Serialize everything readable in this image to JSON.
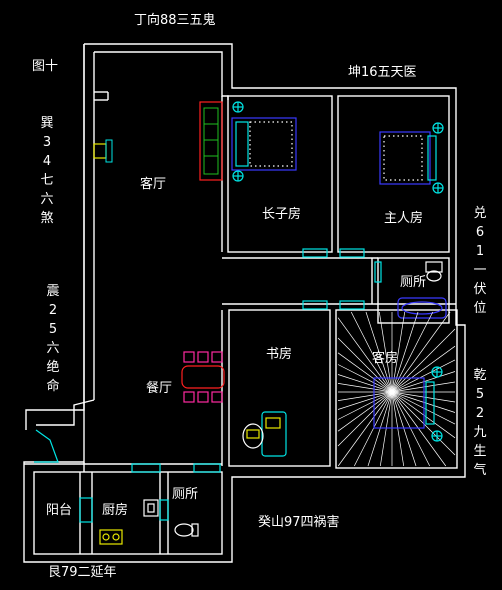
{
  "figure_label": "图十",
  "direction_north": "丁向88三五鬼",
  "direction_ne": "坤16五天医",
  "direction_west": "巽34七六煞",
  "direction_sw_mid": "震25六绝命",
  "direction_east_top": "兑61一伏位",
  "direction_east_bottom": "乾52九生气",
  "direction_bottom_right": "癸山97四祸害",
  "direction_bottom_left": "艮79二延年",
  "rooms": {
    "living": "客厅",
    "elder_son": "长子房",
    "master": "主人房",
    "toilet_right": "厕所",
    "study": "书房",
    "dining": "餐厅",
    "guest": "客房",
    "balcony": "阳台",
    "kitchen": "厨房",
    "toilet_bottom": "厕所"
  },
  "colors": {
    "background": "#000000",
    "wall": "#ffffff",
    "text": "#ffffff",
    "furniture_cyan": "#00e5e5",
    "furniture_blue": "#3a3aff",
    "furniture_magenta": "#ff2aa0",
    "furniture_red": "#ff2020",
    "furniture_green": "#20c020",
    "furniture_yellow": "#e8e800"
  }
}
